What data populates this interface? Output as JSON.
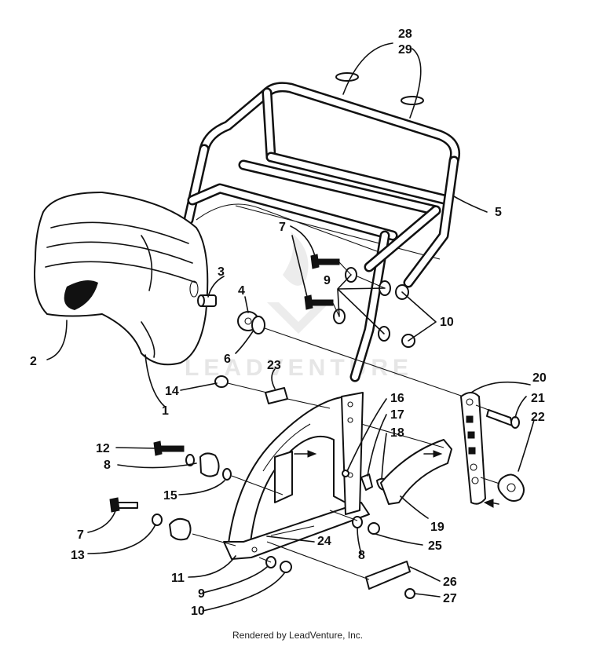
{
  "diagram": {
    "callouts": [
      "28",
      "29",
      "5",
      "7",
      "9",
      "10",
      "3",
      "4",
      "6",
      "2",
      "1",
      "23",
      "14",
      "20",
      "21",
      "22",
      "16",
      "17",
      "18",
      "12",
      "8",
      "15",
      "19",
      "7",
      "13",
      "24",
      "25",
      "11",
      "9",
      "10",
      "8",
      "26",
      "27"
    ],
    "watermark": "LEADVENTURE",
    "footer": "Rendered by LeadVenture, Inc."
  }
}
